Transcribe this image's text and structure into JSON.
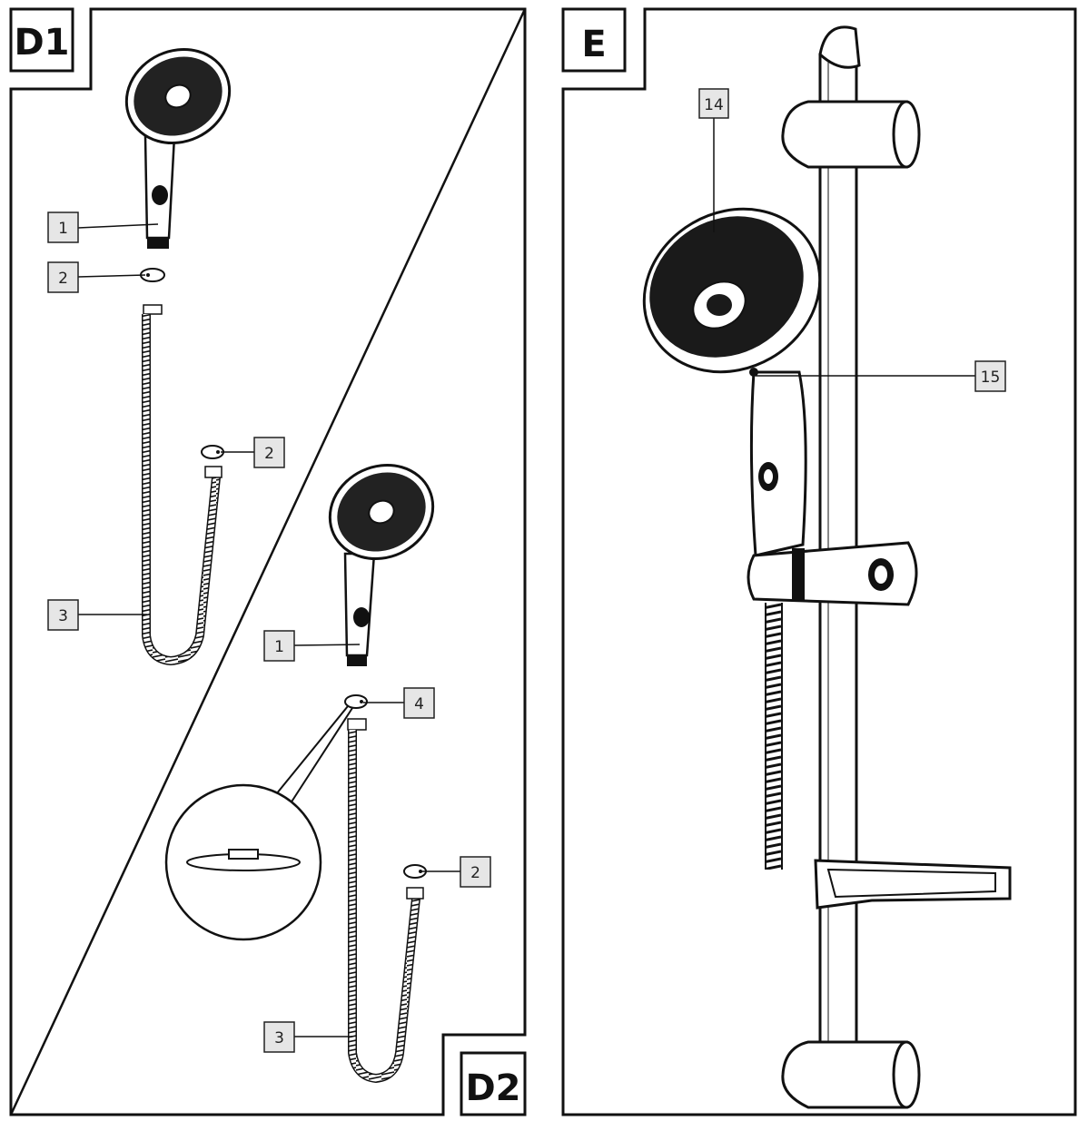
{
  "panels": {
    "d1": {
      "title": "D1"
    },
    "d2": {
      "title": "D2"
    },
    "e": {
      "title": "E"
    }
  },
  "callouts": {
    "d1_handshower": "1",
    "d1_washer_top": "2",
    "d1_washer_bottom": "2",
    "d1_hose": "3",
    "d2_handshower": "1",
    "d2_flow_limiter": "4",
    "d2_washer": "2",
    "d2_hose": "3",
    "e_spray_face": "14",
    "e_spray_selector": "15"
  },
  "colors": {
    "line": "#111111",
    "callout_fill": "#e6e6e6",
    "dark_fill": "#1a1a1a"
  }
}
